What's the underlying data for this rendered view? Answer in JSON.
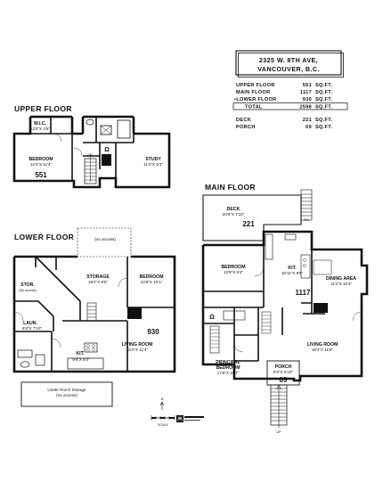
{
  "address": {
    "line1": "2325 W. 8TH AVE,",
    "line2": "VANCOUVER, B.C."
  },
  "area_table": {
    "rows": [
      {
        "label": "UPPER FLOOR",
        "value": "551",
        "unit": "SQ.FT."
      },
      {
        "label": "MAIN FLOOR",
        "value": "1117",
        "unit": "SQ.FT."
      },
      {
        "label": "•LOWER FLOOR",
        "value": "930",
        "unit": "SQ.FT."
      },
      {
        "label": "TOTAL",
        "value": "2598",
        "unit": "SQ.FT."
      },
      {
        "label": "DECK",
        "value": "221",
        "unit": "SQ.FT."
      },
      {
        "label": "PORCH",
        "value": "69",
        "unit": "SQ.FT."
      }
    ]
  },
  "upper_floor": {
    "title": "UPPER FLOOR",
    "area": "551",
    "rooms": {
      "wic": {
        "name": "W.I.C.",
        "dims": "12'0\"X 4'5\""
      },
      "bedroom": {
        "name": "BEDROOM",
        "dims": "12'4\"X 11'4\""
      },
      "study": {
        "name": "STUDY",
        "dims": "11'4\"X 9'3\""
      }
    },
    "marks": {
      "dn": "DN"
    }
  },
  "lower_floor": {
    "title": "LOWER FLOOR",
    "area": "930",
    "note_top": "(no access)",
    "rooms": {
      "storage": {
        "name": "STORAGE",
        "dims": "18'4\"X 8'5\""
      },
      "bedroom": {
        "name": "BEDROOM",
        "dims": "10'8\"X 10'1\""
      },
      "stor": {
        "name": "STOR.",
        "dims": "(No access)"
      },
      "laun": {
        "name": "LAUN.",
        "dims": "9'8\"X 7'10\""
      },
      "living": {
        "name": "LIVING ROOM",
        "dims": "16'2\"X 11'4\""
      },
      "kit": {
        "name": "KIT.",
        "dims": "9'9\"X 8'4\""
      }
    },
    "porch_storage": {
      "line1": "Under Porch Storage",
      "line2": "(no access)"
    }
  },
  "main_floor": {
    "title": "MAIN FLOOR",
    "area": "1117",
    "rooms": {
      "deck": {
        "name": "DECK",
        "dims": "20'8\"X 7'10\"",
        "area": "221"
      },
      "bedroom": {
        "name": "BEDROOM",
        "dims": "12'9\"X 9'4\""
      },
      "kit": {
        "name": "KIT.",
        "dims": "16'11\"X 8'6\""
      },
      "dining": {
        "name": "DINING AREA",
        "dims": "11'2\"X 10'4\""
      },
      "principal": {
        "name": "PRINCIPAL",
        "name2": "BEDROOM",
        "dims": "17'8\"X 10'7\""
      },
      "living": {
        "name": "LIVING ROOM",
        "dims": "16'4\"X 11'8\""
      },
      "porch": {
        "name": "PORCH",
        "dims": "9'8\"X 6'10\"",
        "area": "69"
      }
    },
    "marks": {
      "dn": "DN",
      "up": "UP"
    }
  },
  "footer": {
    "scale": "SCALE",
    "north": "N"
  }
}
